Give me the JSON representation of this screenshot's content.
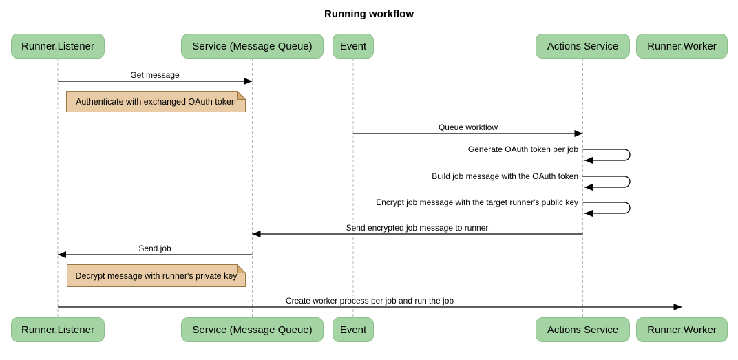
{
  "title": "Running workflow",
  "colors": {
    "participant_fill": "#a4d3a4",
    "participant_border": "#8cbf8c",
    "note_fill": "#e9cba6",
    "note_border": "#9a7845",
    "note_fold": "#d8ab70",
    "lifeline": "#b5b5b5",
    "arrow": "#000000",
    "text": "#000000"
  },
  "participants": [
    {
      "id": "runner-listener",
      "label": "Runner.Listener"
    },
    {
      "id": "service-message-queue",
      "label": "Service (Message Queue)"
    },
    {
      "id": "event",
      "label": "Event"
    },
    {
      "id": "actions-service",
      "label": "Actions Service"
    },
    {
      "id": "runner-worker",
      "label": "Runner.Worker"
    }
  ],
  "messages": [
    {
      "type": "message",
      "from": "runner-listener",
      "to": "service-message-queue",
      "label": "Get message"
    },
    {
      "type": "note",
      "over": "runner-listener",
      "label": "Authenticate with exchanged OAuth token"
    },
    {
      "type": "message",
      "from": "event",
      "to": "actions-service",
      "label": "Queue workflow"
    },
    {
      "type": "self-message",
      "on": "actions-service",
      "label": "Generate OAuth token per job"
    },
    {
      "type": "self-message",
      "on": "actions-service",
      "label": "Build job message with the OAuth token"
    },
    {
      "type": "self-message",
      "on": "actions-service",
      "label": "Encrypt job message with the target runner's public key"
    },
    {
      "type": "message",
      "from": "actions-service",
      "to": "service-message-queue",
      "label": "Send encrypted job message to runner"
    },
    {
      "type": "message",
      "from": "service-message-queue",
      "to": "runner-listener",
      "label": "Send job"
    },
    {
      "type": "note",
      "over": "runner-listener",
      "label": "Decrypt message with runner's private key"
    },
    {
      "type": "message",
      "from": "runner-listener",
      "to": "runner-worker",
      "label": "Create worker process per job and run the job"
    }
  ]
}
